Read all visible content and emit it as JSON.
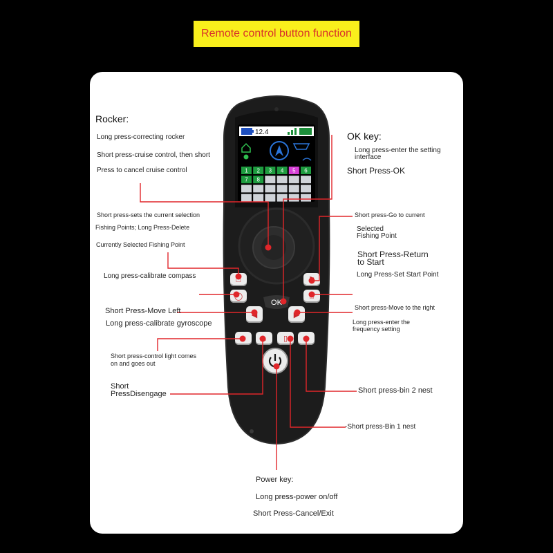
{
  "banner": {
    "title": "Remote control button function"
  },
  "colors": {
    "background": "#000000",
    "banner": "#f9ef1c",
    "banner_text": "#d8322a",
    "card": "#ffffff",
    "leader": "#e0262a",
    "remote_body": "#1c1c1c",
    "screen": "#000000"
  },
  "screen": {
    "status_value": "12.4",
    "grid_row1": [
      "1",
      "2",
      "3",
      "4",
      "5",
      "6"
    ],
    "grid_row2": [
      "7",
      "8"
    ],
    "icons": [
      "battery-icon",
      "signal-icon",
      "home-icon",
      "gps-pin-icon",
      "compass-icon",
      "bin-icon",
      "satellite-icon"
    ]
  },
  "buttons": {
    "ok": "OK",
    "icons": [
      "fishing-point-icon",
      "calibrate-compass-icon",
      "start-point-icon",
      "home-icon",
      "left-arrow-icon",
      "right-arrow-icon",
      "light-icon",
      "disengage-icon",
      "bin-1-icon",
      "bin-2-icon",
      "power-icon"
    ]
  },
  "labels": {
    "rocker_title": "Rocker:",
    "rocker_1": "Long press-correcting rocker",
    "rocker_2": "Short press-cruise control, then short",
    "rocker_3": "Press to cancel cruise control",
    "ok_title": "OK key:",
    "ok_1": "Long press-enter the setting",
    "ok_1b": "interface",
    "ok_2": "Short Press-OK",
    "fp_1": "Short press-sets the current selection",
    "fp_2": "Fishing Points; Long Press-Delete",
    "fp_3": "Currently Selected Fishing Point",
    "go_1": "Short press-Go to current",
    "go_2": "Selected",
    "go_3": "Fishing Point",
    "ret_1": "Short Press-Return",
    "ret_2": "to Start",
    "ret_3": "Long Press-Set Start Point",
    "compass": "Long press-calibrate compass",
    "left_1": "Short Press-Move Left",
    "left_2": "Long press-calibrate gyroscope",
    "right_1": "Short press-Move to the right",
    "right_2": "Long press-enter the",
    "right_3": "frequency setting",
    "light_1": "Short press-control light comes",
    "light_2": "on and goes out",
    "dis_1": "Short",
    "dis_2": "PressDisengage",
    "bin2": "Short press-bin 2 nest",
    "bin1": "-Short press-Bin 1 nest",
    "power_title": "Power key:",
    "power_1": "Long press-power on/off",
    "power_2": "Short Press-Cancel/Exit"
  }
}
